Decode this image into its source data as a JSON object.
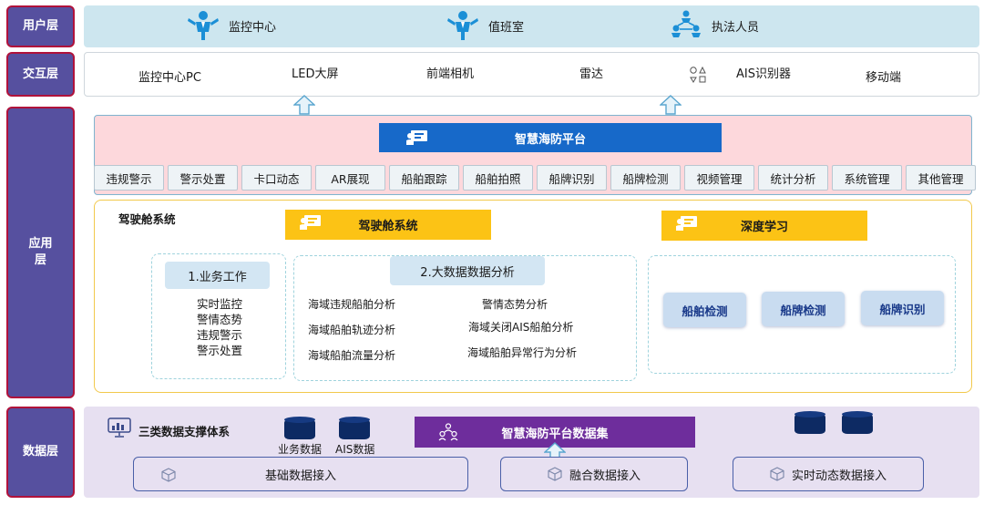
{
  "layers": {
    "user": "用户层",
    "interaction": "交互层",
    "application": "应用层",
    "data": "数据层"
  },
  "user_layer": {
    "items": [
      {
        "label": "监控中心",
        "icon": "person-presenting-icon"
      },
      {
        "label": "值班室",
        "icon": "person-presenting-icon"
      },
      {
        "label": "执法人员",
        "icon": "team-network-icon"
      }
    ]
  },
  "interaction_layer": {
    "items": [
      "监控中心PC",
      "LED大屏",
      "前端相机",
      "雷达",
      "AIS识别器",
      "移动端"
    ]
  },
  "platform": {
    "title": "智慧海防平台",
    "functions": [
      "违规警示",
      "警示处置",
      "卡口动态",
      "AR展现",
      "船舶跟踪",
      "船舶拍照",
      "船牌识别",
      "船牌检测",
      "视频管理",
      "统计分析",
      "系统管理",
      "其他管理"
    ]
  },
  "cockpit": {
    "section_label": "驾驶舱系统",
    "bar_label": "驾驶舱系统",
    "deep_learning_label": "深度学习",
    "business": {
      "title": "1.业务工作",
      "items": [
        "实时监控",
        "警情态势",
        "违规警示",
        "警示处置"
      ]
    },
    "bigdata": {
      "title": "2.大数据数据分析",
      "left_items": [
        "海域违规船舶分析",
        "海域船舶轨迹分析",
        "海域船舶流量分析"
      ],
      "right_items": [
        "警情态势分析",
        "海域关闭AIS船舶分析",
        "海域船舶异常行为分析"
      ]
    },
    "deep_learning_items": [
      "船舶检测",
      "船牌检测",
      "船牌识别"
    ]
  },
  "data_layer": {
    "support_title": "三类数据支撑体系",
    "db_labels": [
      "业务数据",
      "AIS数据"
    ],
    "dataset_title": "智慧海防平台数据集",
    "sources": [
      "基础数据接入",
      "融合数据接入",
      "实时动态数据接入"
    ]
  },
  "colors": {
    "layer_label_bg": "#56509f",
    "layer_label_border": "#b0123b",
    "user_band": "#cde6ef",
    "platform_blue": "#1769c9",
    "cockpit_yellow": "#fcc315",
    "dataset_purple": "#6e2d9c",
    "data_band": "#e7e0f1"
  }
}
